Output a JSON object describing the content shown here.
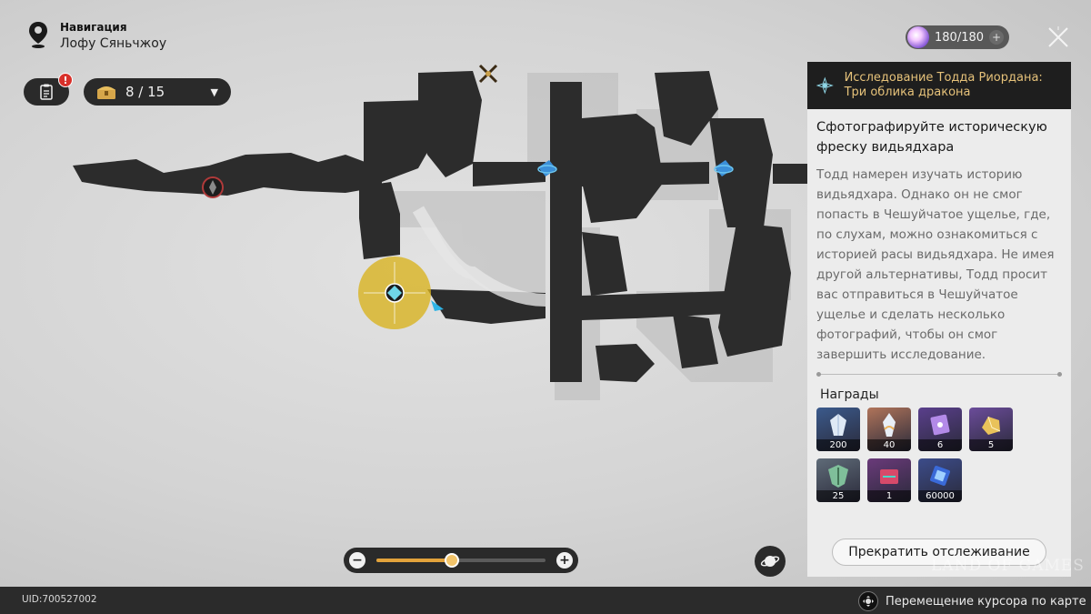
{
  "navigation": {
    "title": "Навигация",
    "location": "Лофу Сяньчжоу"
  },
  "quest_log": {
    "badge": "!"
  },
  "chest_counter": {
    "value": "8 / 15"
  },
  "trailblaze_power": {
    "value": "180/180",
    "plus": "+"
  },
  "panel": {
    "header": "Исследование Тодда Риордана: Три облика дракона",
    "quest_title": "Сфотографируйте историческую фреску видьядхара",
    "description": "Тодд намерен изучать историю видьядхара. Однако он не смог попасть в Чешуйчатое ущелье, где, по слухам, можно ознакомиться с историей расы видьядхара. Не имея другой альтернативы, Тодд просит вас отправиться в Чешуйчатое ущелье и сделать несколько фотографий, чтобы он смог завершить исследование.",
    "rewards_label": "Награды",
    "rewards": [
      {
        "icon": "stellar-jade-icon",
        "count": "200",
        "color": "#3b5a8c"
      },
      {
        "icon": "crystal-icon",
        "count": "40",
        "color": "#b0745a"
      },
      {
        "icon": "purple-book-icon",
        "count": "6",
        "color": "#5a3f8c"
      },
      {
        "icon": "gold-ore-icon",
        "count": "5",
        "color": "#6b4c9a"
      },
      {
        "icon": "green-shield-icon",
        "count": "25",
        "color": "#5f6b78"
      },
      {
        "icon": "relic-box-icon",
        "count": "1",
        "color": "#6a3a7a"
      },
      {
        "icon": "credit-icon",
        "count": "60000",
        "color": "#3c4c8a"
      }
    ],
    "stop_tracking_label": "Прекратить отслеживание"
  },
  "zoom": {
    "minus": "−",
    "plus": "+",
    "level": 0.45
  },
  "footer": {
    "uid": "UID:700527002",
    "hint": "Перемещение курсора по карте",
    "watermark": "LAND OF GAMES"
  },
  "colors": {
    "accent_gold": "#e2a23b",
    "header_text": "#e6c27a",
    "map_dark": "#2b2b2b"
  }
}
